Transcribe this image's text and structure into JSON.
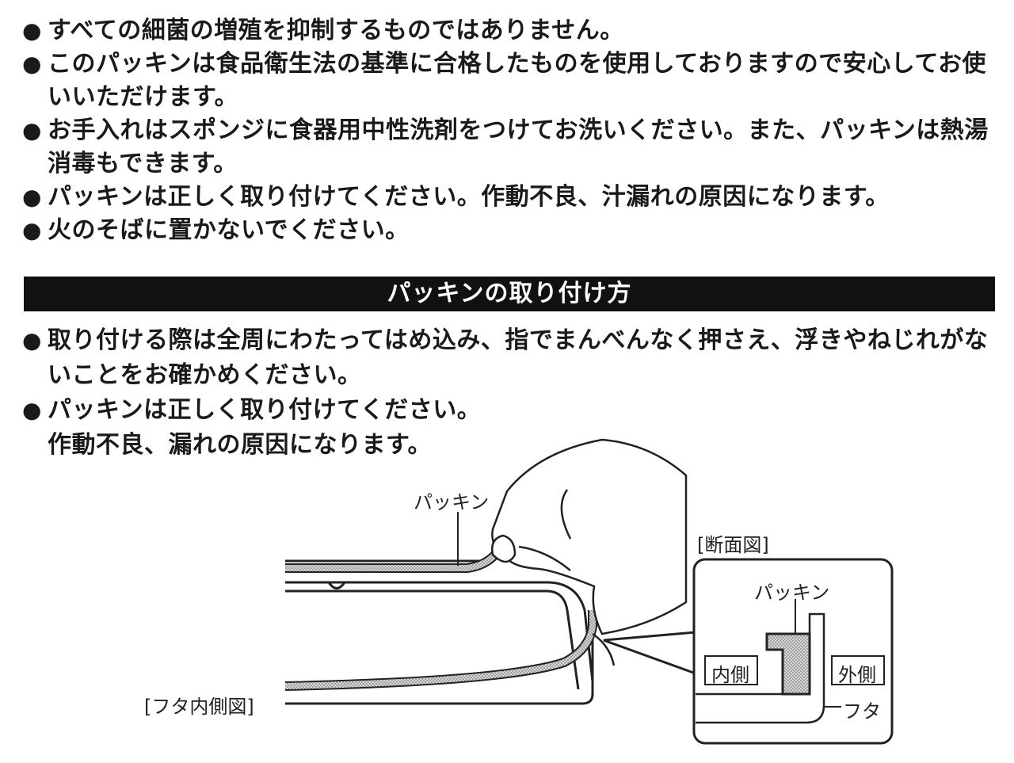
{
  "notes": [
    "すべての細菌の増殖を抑制するものではありません。",
    "このパッキンは食品衛生法の基準に合格したものを使用しておりますので安心してお使いいただけます。",
    "お手入れはスポンジに食器用中性洗剤をつけてお洗いください。また、パッキンは熱湯消毒もできます。",
    "パッキンは正しく取り付けてください。作動不良、汁漏れの原因になります。",
    "火のそばに置かないでください。"
  ],
  "bullet_symbol": "●",
  "section": {
    "title": "パッキンの取り付け方",
    "steps": [
      "取り付ける際は全周にわたってはめ込み、指でまんべんなく押さえ、浮きやねじれがないことをお確かめください。",
      "パッキンは正しく取り付けてください。"
    ],
    "step2_continuation": "作動不良、漏れの原因になります。"
  },
  "diagram": {
    "packing_label": "パッキン",
    "lid_inner_view_label": "[フタ内側図]",
    "cross_section_label": "[断面図]",
    "cs_packing_label": "パッキン",
    "inner_side_label": "内側",
    "outer_side_label": "外側",
    "lid_label": "フタ"
  }
}
